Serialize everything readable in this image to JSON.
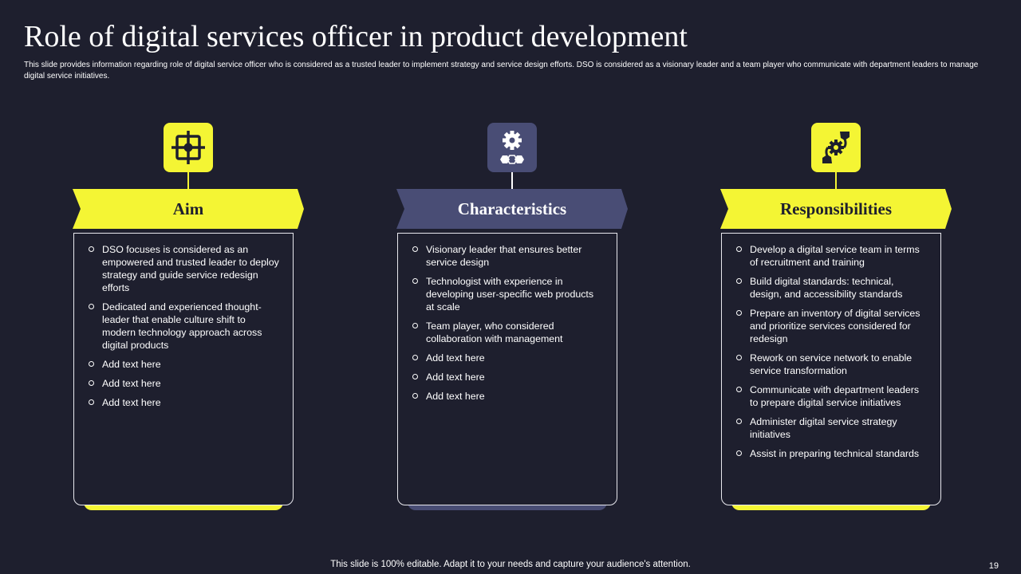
{
  "header": {
    "title": "Role of digital services officer in product development",
    "subtitle": "This slide provides information regarding role of digital service officer who is considered as a trusted leader to implement  strategy and service design efforts. DSO is considered as a visionary leader and a team player who communicate with department leaders to manage digital service initiatives."
  },
  "colors": {
    "background": "#1e1f2e",
    "accent_yellow": "#f4f534",
    "accent_slate": "#494d75",
    "text": "#ffffff"
  },
  "columns": [
    {
      "heading": "Aim",
      "icon": "target-crosshair-icon",
      "theme": "yellow",
      "items": [
        "DSO focuses is considered  as an empowered  and trusted leader to deploy strategy and guide service redesign efforts",
        "Dedicated and experienced thought-leader that enable culture shift to modern technology approach across digital products",
        "Add text here",
        "Add text here",
        "Add text here"
      ]
    },
    {
      "heading": "Characteristics",
      "icon": "gear-network-icon",
      "theme": "slate",
      "items": [
        "Visionary leader that ensures better service design",
        "Technologist  with experience  in developing  user-specific web products at scale",
        "Team player, who considered collaboration with management",
        "Add text here",
        "Add text here",
        "Add text here"
      ]
    },
    {
      "heading": "Responsibilities",
      "icon": "hands-gear-icon",
      "theme": "yellow",
      "items": [
        "Develop  a digital service team in terms of recruitment and training",
        "Build digital standards: technical, design, and accessibility standards",
        "Prepare  an inventory  of digital services and prioritize services considered for redesign",
        "Rework on service network to enable service transformation",
        "Communicate  with department leaders to prepare digital service initiatives",
        "Administer digital service strategy initiatives",
        "Assist in preparing technical standards"
      ]
    }
  ],
  "footer": {
    "note": "This slide is 100% editable. Adapt it to your needs and capture your audience's attention.",
    "page_number": "19"
  }
}
